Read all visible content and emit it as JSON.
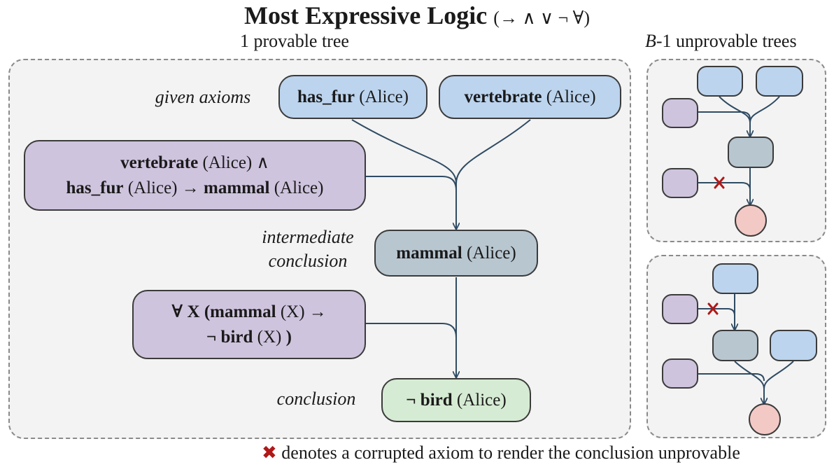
{
  "title": {
    "main": "Most Expressive Logic",
    "logic": "(→ ∧ ∨ ¬ ∀)"
  },
  "left_panel": {
    "subtitle": "1 provable tree",
    "labels": {
      "given": "given axioms",
      "intermediate_1": "intermediate",
      "intermediate_2": "conclusion",
      "conclusion": "conclusion"
    },
    "nodes": {
      "has_fur_pred": "has_fur",
      "has_fur_arg": "(Alice)",
      "vertebrate_pred": "vertebrate",
      "vertebrate_arg": "(Alice)",
      "rule1_line1_pred": "vertebrate",
      "rule1_line1_rest": "(Alice) ∧",
      "rule1_line2_pred1": "has_fur",
      "rule1_line2_mid": "(Alice) →",
      "rule1_line2_pred2": "mammal",
      "rule1_line2_arg": "(Alice)",
      "mammal_pred": "mammal",
      "mammal_arg": "(Alice)",
      "rule2_line1_pre": "∀ X",
      "rule2_line1_pred": "(mammal",
      "rule2_line1_rest": "(X) →",
      "rule2_line2_pred": "¬ bird",
      "rule2_line2_rest": "(X)",
      "rule2_line2_close": ")",
      "bird_pred": "¬ bird",
      "bird_arg": "(Alice)"
    }
  },
  "right_panel": {
    "subtitle_italic": "B",
    "subtitle_rest": "-1 unprovable trees"
  },
  "footer": {
    "mark": "✖",
    "text": "denotes a corrupted axiom to render the conclusion unprovable"
  },
  "colors": {
    "axiom": "#bcd4ee",
    "rule": "#cfc4de",
    "intermediate": "#b8c6d0",
    "conclusion": "#d6ebd3",
    "unprovable_conclusion": "#f3c9c6",
    "edge": "#2f4b63",
    "corrupt_mark": "#b01818"
  }
}
